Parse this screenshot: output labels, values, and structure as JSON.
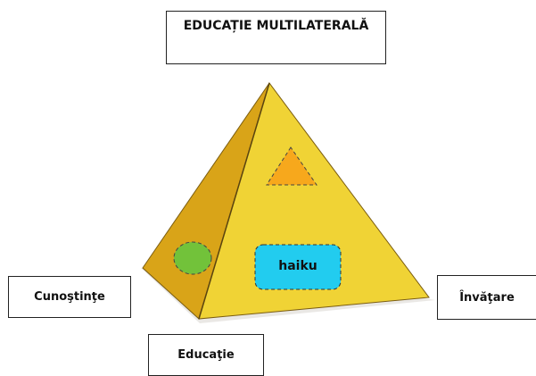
{
  "labels": {
    "top": "EDUCAȚIE MULTILATERALĂ",
    "left": "Cunoştinţe",
    "bottom": "Educaţie",
    "right": "Învăţare"
  },
  "pyramid": {
    "inner_label": "haiku"
  },
  "colors": {
    "front_face": "#f0d335",
    "side_face": "#d9a418",
    "triangle_shape": "#f7a81c",
    "circle_shape": "#72c23a",
    "haiku_box": "#22ccef"
  }
}
